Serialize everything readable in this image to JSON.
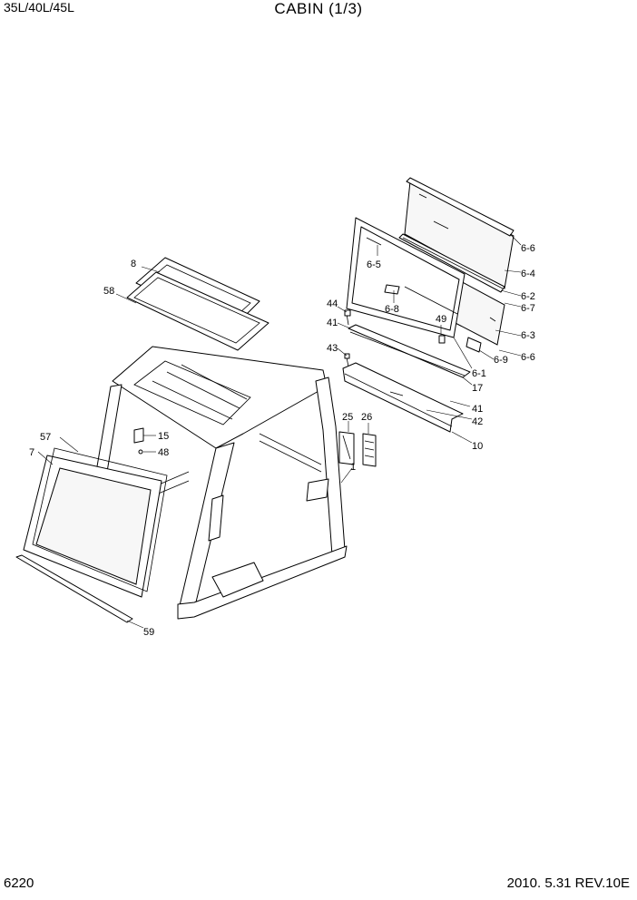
{
  "header": {
    "model": "35L/40L/45L",
    "title": "CABIN (1/3)"
  },
  "footer": {
    "page_number": "6220",
    "date_rev": "2010. 5.31  REV.10E"
  },
  "callouts": {
    "c66a": "6-6",
    "c64": "6-4",
    "c62": "6-2",
    "c67": "6-7",
    "c63": "6-3",
    "c66b": "6-6",
    "c69": "6-9",
    "c61": "6-1",
    "c65": "6-5",
    "c68": "6-8",
    "c49": "49",
    "c44": "44",
    "c41a": "41",
    "c43": "43",
    "c17": "17",
    "c41b": "41",
    "c42": "42",
    "c10": "10",
    "c25": "25",
    "c26": "26",
    "c1": "1",
    "c8": "8",
    "c58": "58",
    "c15": "15",
    "c48": "48",
    "c57": "57",
    "c7": "7",
    "c59": "59"
  }
}
